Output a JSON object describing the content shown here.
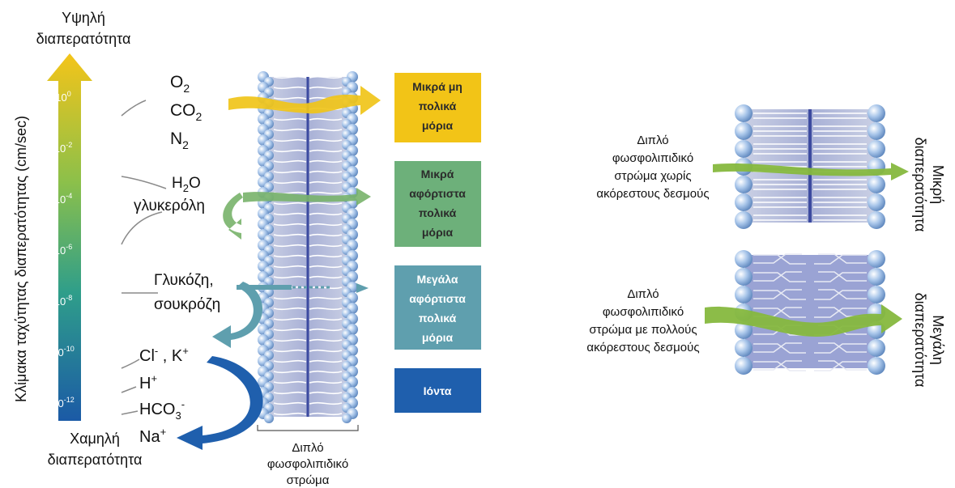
{
  "scale": {
    "top_label_line1": "Υψηλή",
    "top_label_line2": "διαπερατότητα",
    "bottom_label_line1": "Χαμηλή",
    "bottom_label_line2": "διαπερατότητα",
    "axis_title": "Κλίμακα ταχύτητας διαπερατότητας (cm/sec)",
    "ticks": [
      {
        "base": "10",
        "exp": "0"
      },
      {
        "base": "10",
        "exp": "-2"
      },
      {
        "base": "10",
        "exp": "-4"
      },
      {
        "base": "10",
        "exp": "-6"
      },
      {
        "base": "10",
        "exp": "-8"
      },
      {
        "base": "10",
        "exp": "-10"
      },
      {
        "base": "10",
        "exp": "-12"
      }
    ]
  },
  "molecules": {
    "o2": {
      "base": "O",
      "sub": "2"
    },
    "co2": {
      "base": "CO",
      "sub": "2"
    },
    "n2": {
      "base": "N",
      "sub": "2"
    },
    "h2o": {
      "pre": "H",
      "sub": "2",
      "post": "O"
    },
    "glycerol": "γλυκερόλη",
    "glucose": "Γλυκόζη,",
    "sucrose": "σουκρόζη",
    "cl_k": {
      "cl": "Cl",
      "cl_sup": "-",
      "sep": " , ",
      "k": "K",
      "k_sup": "+"
    },
    "h": {
      "base": "H",
      "sup": "+"
    },
    "hco3": {
      "base": "HCO",
      "sub": "3",
      "sup": "-"
    },
    "na": {
      "base": "Na",
      "sup": "+"
    }
  },
  "categories": [
    {
      "line1": "Μικρά μη",
      "line2": "πολικά",
      "line3": "μόρια",
      "color": "#f2c417"
    },
    {
      "line1": "Μικρά",
      "line2": "αφόρτιστα",
      "line3": "πολικά",
      "line4": "μόρια",
      "color": "#6db07a"
    },
    {
      "line1": "Μεγάλα",
      "line2": "αφόρτιστα",
      "line3": "πολικά",
      "line4": "μόρια",
      "color": "#5f9fae"
    },
    {
      "line1": "Ιόντα",
      "color": "#1f5fad"
    }
  ],
  "bilayer_caption": {
    "line1": "Διπλό",
    "line2": "φωσφολιπιδικό",
    "line3": "στρώμα"
  },
  "comparison": {
    "top_desc": {
      "line1": "Διπλό",
      "line2": "φωσφολιπιδικό",
      "line3": "στρώμα χωρίς",
      "line4": "ακόρεστους δεσμούς"
    },
    "top_result": {
      "line1": "Μικρή",
      "line2": "διαπερατότητα"
    },
    "bottom_desc": {
      "line1": "Διπλό",
      "line2": "φωσφολιπιδικό",
      "line3": "στρώμα με πολλούς",
      "line4": "ακόρεστους δεσμούς"
    },
    "bottom_result": {
      "line1": "Μεγάλη",
      "line2": "διαπερατότητα"
    }
  },
  "colors": {
    "scale_top": "#f1c21b",
    "scale_mid": "#4faa7a",
    "scale_bottom": "#1b5fa8",
    "arrow_yellow": "#f0c419",
    "arrow_green": "#78b26a",
    "arrow_teal": "#5f9fae",
    "arrow_blue": "#1f5fad",
    "membrane_arrow": "#86b83e",
    "lipid_head": "#8fb3de",
    "tail_bg": "#bcc4dc",
    "unsat_bg": "#9aa3d4"
  }
}
